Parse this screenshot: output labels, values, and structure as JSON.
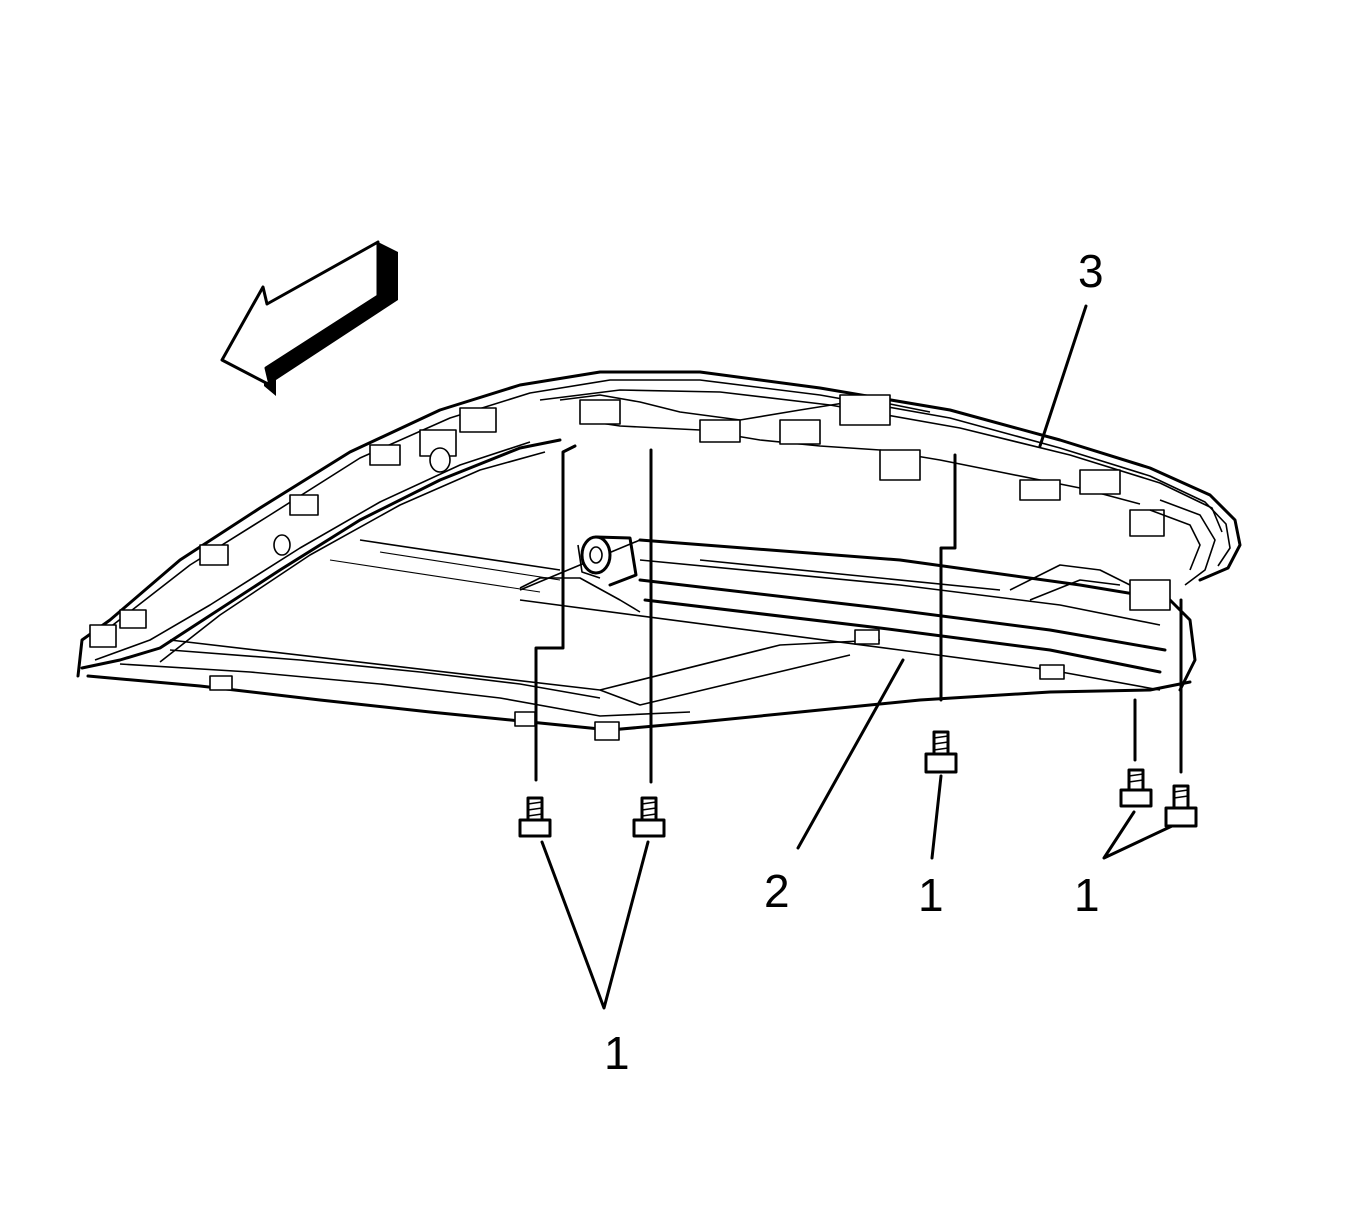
{
  "callouts": {
    "bolts_lower_left": "1",
    "sunshade": "2",
    "bolt_center": "1",
    "bolts_right": "1",
    "module": "3"
  },
  "icons": {
    "direction_arrow": "front-direction-arrow-icon"
  }
}
